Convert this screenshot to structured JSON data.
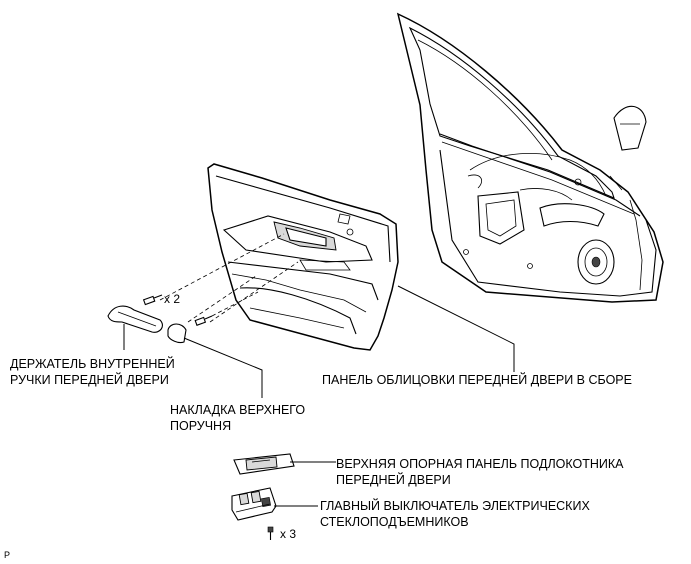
{
  "labels": {
    "door_panel": "ПАНЕЛЬ ОБЛИЦОВКИ ПЕРЕДНЕЙ ДВЕРИ В СБОРЕ",
    "handle_bezel_line1": "ДЕРЖАТЕЛЬ ВНУТРЕННЕЙ",
    "handle_bezel_line2": "РУЧКИ ПЕРЕДНЕЙ ДВЕРИ",
    "armrest_cover_line1": "НАКЛАДКА ВЕРХНЕГО",
    "armrest_cover_line2": "ПОРУЧНЯ",
    "armrest_base_line1": "ВЕРХНЯЯ ОПОРНАЯ ПАНЕЛЬ ПОДЛОКОТНИКА",
    "armrest_base_line2": "ПЕРЕДНЕЙ ДВЕРИ",
    "master_switch_line1": "ГЛАВНЫЙ ВЫКЛЮЧАТЕЛЬ ЭЛЕКТРИЧЕСКИХ",
    "master_switch_line2": "СТЕКЛОПОДЪЕМНИКОВ"
  },
  "quantities": {
    "screws_bezel": "x 2",
    "screws_switch": "x 3"
  },
  "figure_code": "P"
}
